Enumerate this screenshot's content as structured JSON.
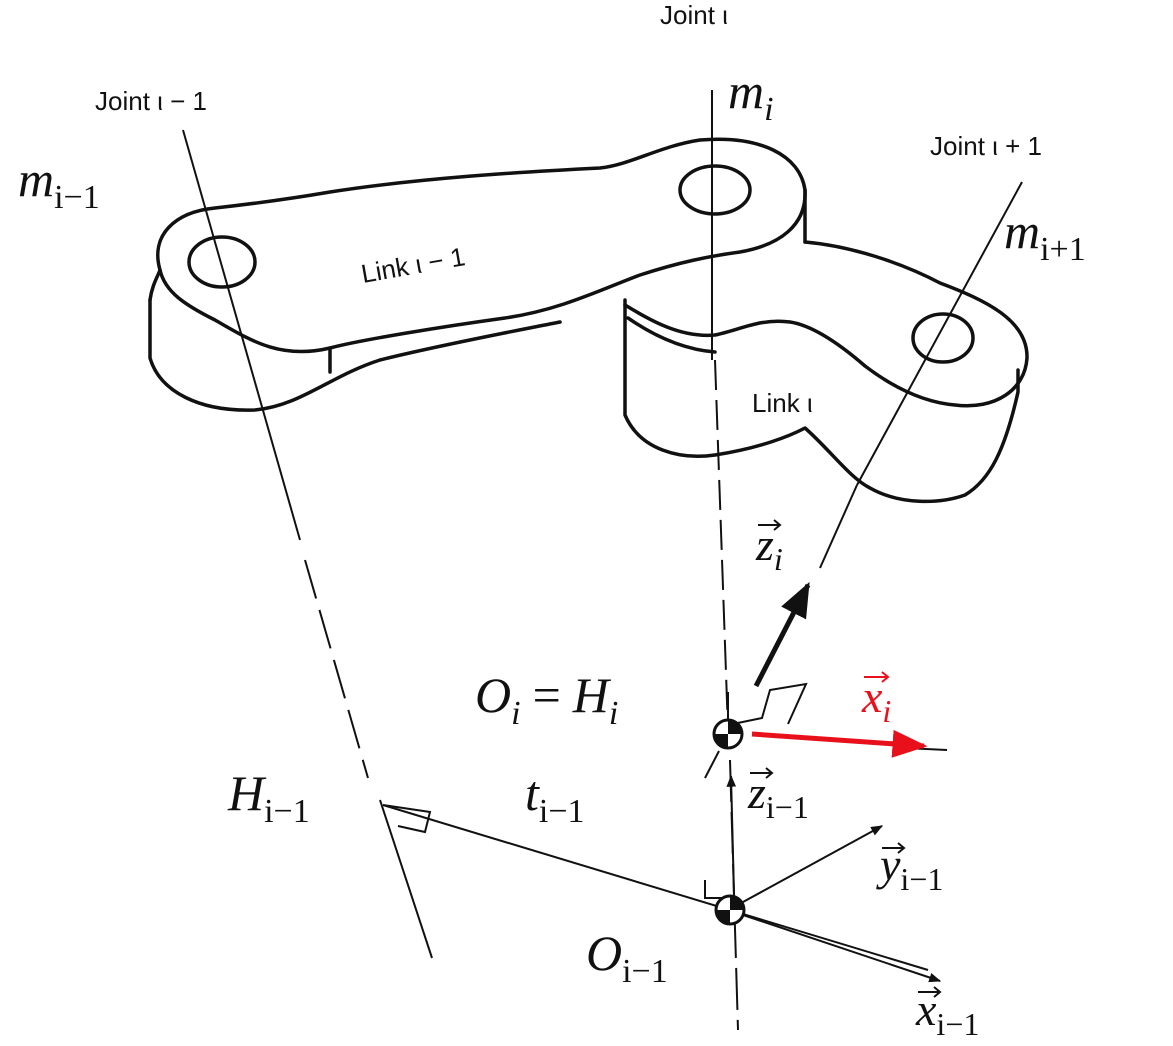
{
  "joint_labels": {
    "prev": "Joint ι − 1",
    "curr": "Joint ι",
    "next": "Joint ι + 1"
  },
  "link_labels": {
    "prev": "Link ι − 1",
    "curr": "Link ι"
  },
  "masses": {
    "prev": {
      "base": "m",
      "sub": "i−1"
    },
    "curr": {
      "base": "m",
      "sub": "i"
    },
    "next": {
      "base": "m",
      "sub": "i+1"
    }
  },
  "frame_labels": {
    "origin_i": {
      "base": "O",
      "sub": "i",
      "eq": "=",
      "rhs_base": "H",
      "rhs_sub": "i"
    },
    "origin_prev": {
      "base": "O",
      "sub": "i−1"
    },
    "h_prev": {
      "base": "H",
      "sub": "i−1"
    },
    "t_prev": {
      "base": "t",
      "sub": "i−1"
    }
  },
  "axis_labels": {
    "z_i": {
      "base": "z",
      "sub": "i"
    },
    "x_i": {
      "base": "x",
      "sub": "i"
    },
    "z_prev": {
      "base": "z",
      "sub": "i−1"
    },
    "y_prev": {
      "base": "y",
      "sub": "i−1"
    },
    "x_prev": {
      "base": "x",
      "sub": "i−1"
    }
  },
  "colors": {
    "ink": "#111111",
    "highlight": "#e8101a"
  }
}
